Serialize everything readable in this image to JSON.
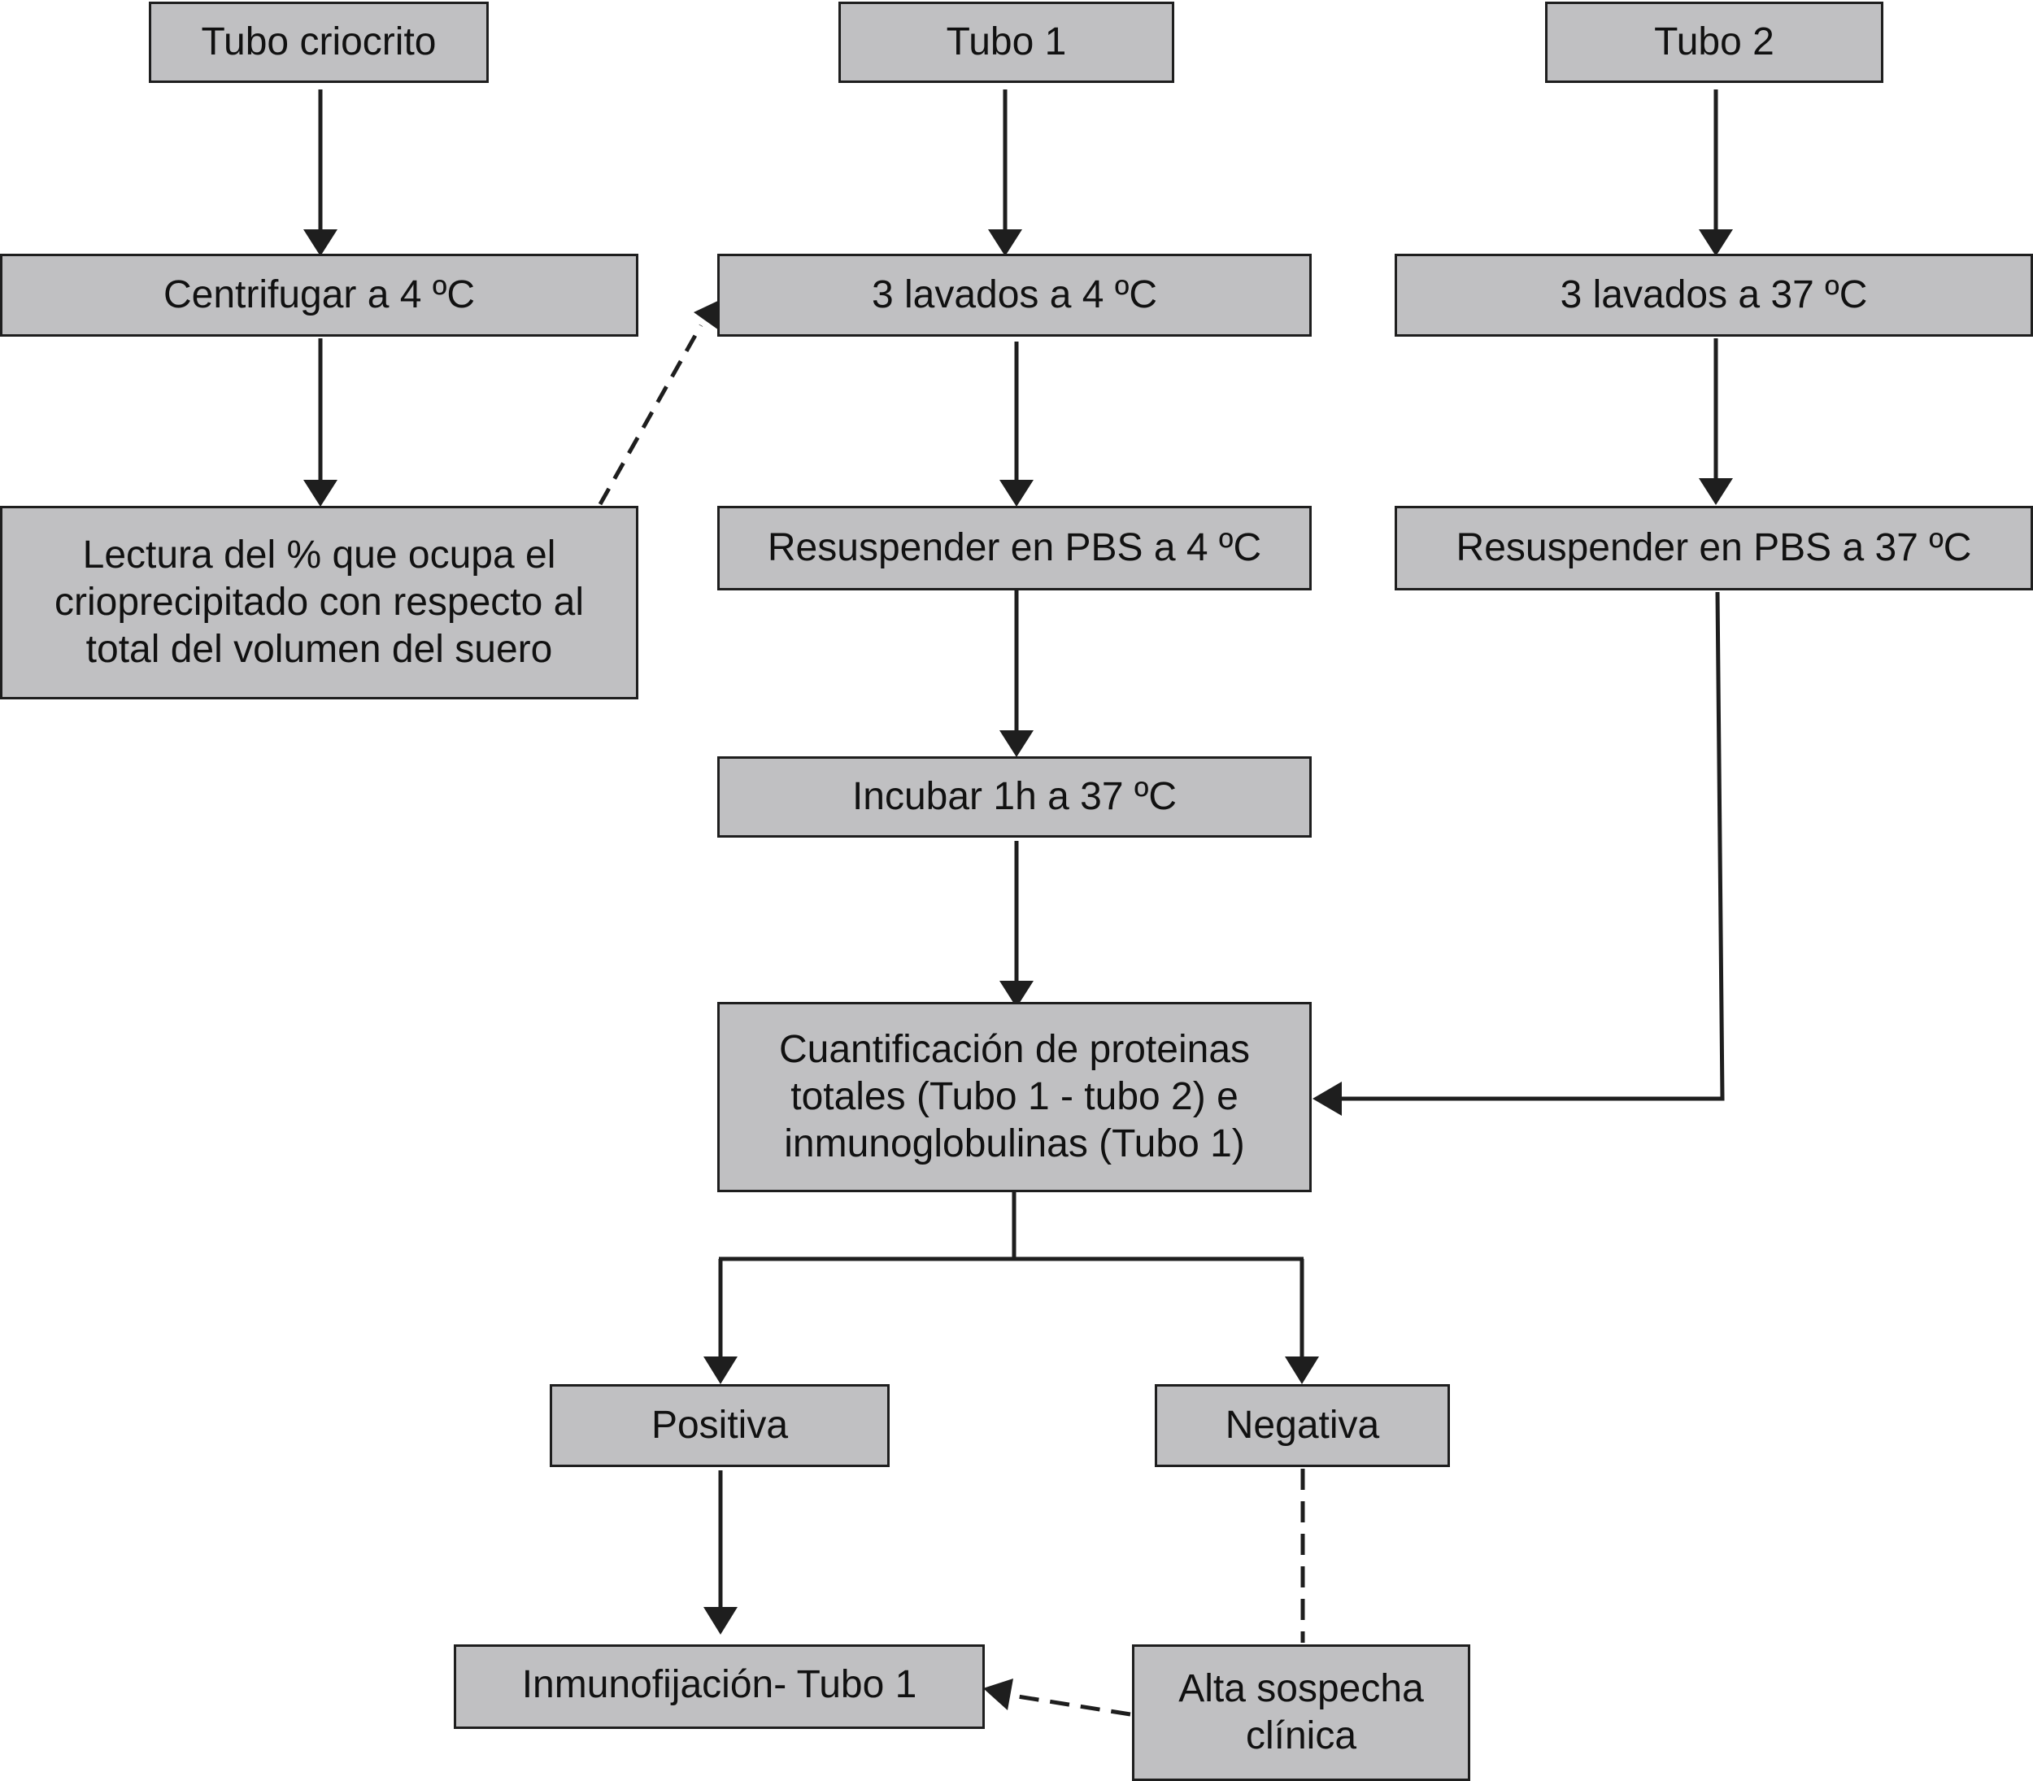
{
  "colors": {
    "box_fill": "#c0c0c2",
    "box_border": "#1e1e1e",
    "connector": "#1e1e1e",
    "text": "#111111",
    "background": "#ffffff"
  },
  "nodes": {
    "tubo_criocrito": "Tubo criocrito",
    "tubo_1": "Tubo 1",
    "tubo_2": "Tubo 2",
    "centrifugar": "Centrifugar a 4 ºC",
    "lavados_4": "3 lavados a 4 ºC",
    "lavados_37": "3 lavados a 37 ºC",
    "lectura": "Lectura del % que ocupa el crioprecipitado con respecto al total del volumen del suero",
    "resuspender_4": "Resuspender en PBS a 4 ºC",
    "resuspender_37": "Resuspender en PBS a 37 ºC",
    "incubar": "Incubar 1h a 37 ºC",
    "cuantificacion": "Cuantificación de proteinas totales (Tubo 1 - tubo 2) e inmunoglobulinas (Tubo 1)",
    "positiva": "Positiva",
    "negativa": "Negativa",
    "inmunofijacion": "Inmunofijación- Tubo 1",
    "alta_sospecha": "Alta sospecha clínica"
  },
  "edges": [
    {
      "from": "tubo_criocrito",
      "to": "centrifugar",
      "style": "solid"
    },
    {
      "from": "centrifugar",
      "to": "lectura",
      "style": "solid"
    },
    {
      "from": "lectura",
      "to": "lavados_4",
      "style": "dashed"
    },
    {
      "from": "tubo_1",
      "to": "lavados_4",
      "style": "solid"
    },
    {
      "from": "lavados_4",
      "to": "resuspender_4",
      "style": "solid"
    },
    {
      "from": "resuspender_4",
      "to": "incubar",
      "style": "solid"
    },
    {
      "from": "incubar",
      "to": "cuantificacion",
      "style": "solid"
    },
    {
      "from": "tubo_2",
      "to": "lavados_37",
      "style": "solid"
    },
    {
      "from": "lavados_37",
      "to": "resuspender_37",
      "style": "solid"
    },
    {
      "from": "resuspender_37",
      "to": "cuantificacion",
      "style": "solid"
    },
    {
      "from": "cuantificacion",
      "to": "positiva",
      "style": "solid"
    },
    {
      "from": "cuantificacion",
      "to": "negativa",
      "style": "solid"
    },
    {
      "from": "positiva",
      "to": "inmunofijacion",
      "style": "solid"
    },
    {
      "from": "negativa",
      "to": "alta_sospecha",
      "style": "dashed"
    },
    {
      "from": "alta_sospecha",
      "to": "inmunofijacion",
      "style": "dashed"
    }
  ]
}
